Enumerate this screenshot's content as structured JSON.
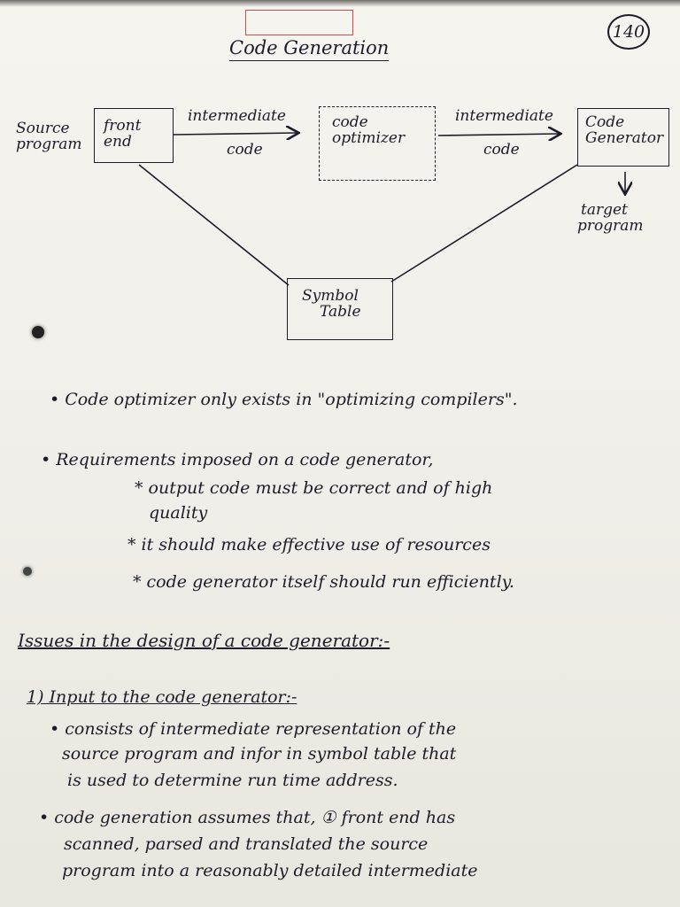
{
  "page": {
    "number": "140",
    "title": "Code Generation"
  },
  "diagram": {
    "source_label": [
      "Source",
      "program"
    ],
    "front_end": [
      "front",
      "end"
    ],
    "arrow1_top": "intermediate",
    "arrow1_bottom": "code",
    "optimizer": [
      "code",
      "optimizer"
    ],
    "arrow2_top": "intermediate",
    "arrow2_bottom": "code",
    "generator": [
      "Code",
      "Generator"
    ],
    "target": [
      "target",
      "program"
    ],
    "symbol_table": [
      "Symbol",
      "Table"
    ]
  },
  "notes": {
    "bullet1": "• Code optimizer only exists in \"optimizing compilers\".",
    "bullet2": "• Requirements imposed on a code generator,",
    "req1a": "* output code must be correct and of high",
    "req1b": "quality",
    "req2": "* it should make effective use of resources",
    "req3": "* code generator itself should run efficiently.",
    "issues_heading": "Issues in the design of a code generator:-",
    "sub1": "1) Input to the code generator:-",
    "p1a": "• consists of intermediate representation of the",
    "p1b": "source program and infor in symbol table that",
    "p1c": "is used to determine run time address.",
    "p2a": "• code generation assumes that, ① front end has",
    "p2b": "scanned, parsed and translated the source",
    "p2c": "program into a reasonably detailed intermediate"
  }
}
